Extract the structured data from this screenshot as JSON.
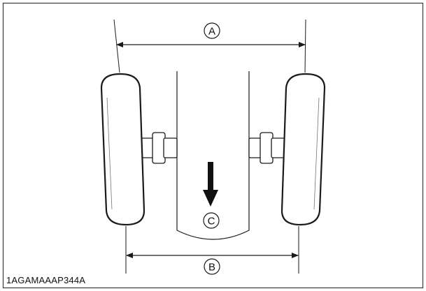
{
  "labels": {
    "dimension_a": "A",
    "dimension_b": "B",
    "direction_c": "C"
  },
  "figure_code": "1AGAMAAAP344A",
  "colors": {
    "line": "#1a1a1a",
    "background": "#ffffff",
    "frame": "#3a3a3a"
  }
}
